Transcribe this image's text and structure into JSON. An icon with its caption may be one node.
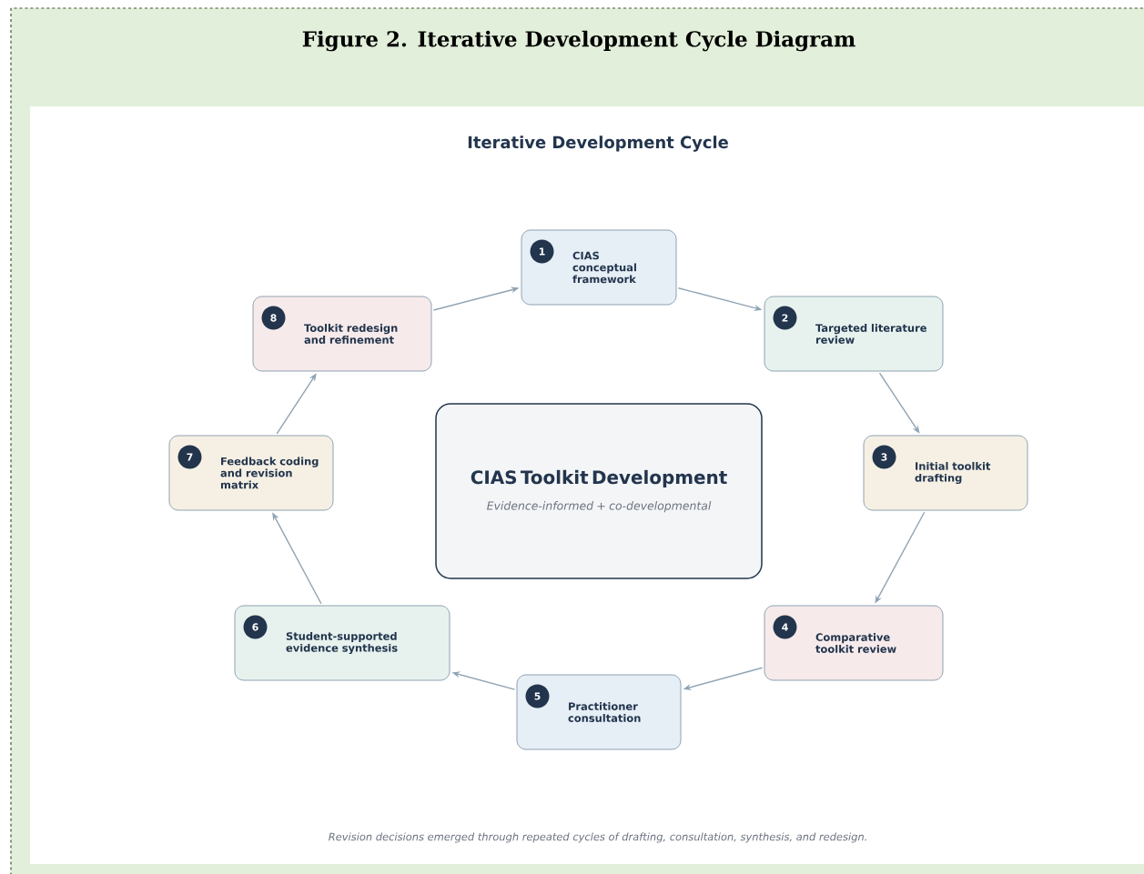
{
  "diagram": {
    "title": "Figure 2. Iterative Development Cycle Diagram",
    "caption": "Revision decisions emerged through repeated cycles of drafting, consultation, synthesis, and redesign.",
    "labels": [
      "Iterative Development Cycle"
    ],
    "nodes": [
      {
        "text": [
          "CIAS Toolkit Development",
          "Evidence-informed + co-developmental"
        ]
      },
      {
        "text": [
          "1",
          "CIAS conceptual framework"
        ]
      },
      {
        "text": [
          "2",
          "Targeted literature review"
        ]
      },
      {
        "text": [
          "3",
          "Initial toolkit drafting"
        ]
      },
      {
        "text": [
          "4",
          "Comparative toolkit review"
        ]
      },
      {
        "text": [
          "5",
          "Practitioner consultation"
        ]
      },
      {
        "text": [
          "6",
          "Student-supported evidence synthesis"
        ]
      },
      {
        "text": [
          "7",
          "Feedback coding and revision matrix"
        ]
      },
      {
        "text": [
          "8",
          "Toolkit redesign and refinement"
        ]
      }
    ],
    "edges": [
      {
        "from": 1,
        "to": 2,
        "arrow": "to"
      },
      {
        "from": 2,
        "to": 3,
        "arrow": "to"
      },
      {
        "from": 3,
        "to": 4,
        "arrow": "to"
      },
      {
        "from": 4,
        "to": 5,
        "arrow": "to"
      },
      {
        "from": 5,
        "to": 6,
        "arrow": "to"
      },
      {
        "from": 6,
        "to": 7,
        "arrow": "to"
      },
      {
        "from": 7,
        "to": 8,
        "arrow": "to"
      },
      {
        "from": 8,
        "to": 1,
        "arrow": "to"
      }
    ]
  }
}
